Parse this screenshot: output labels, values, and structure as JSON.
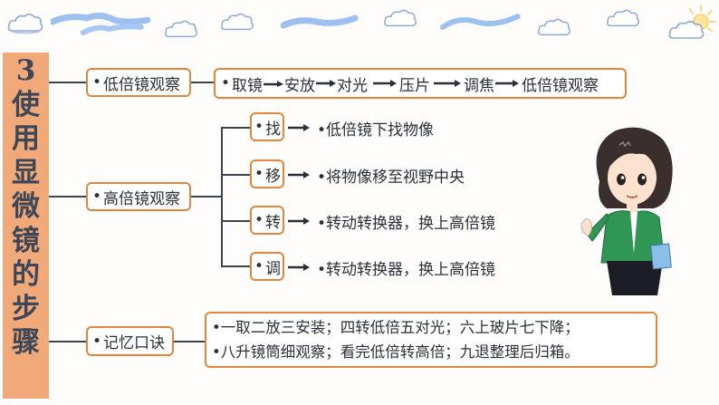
{
  "title": {
    "chars": [
      "3",
      "使",
      "用",
      "显",
      "微",
      "镜",
      "的",
      "步",
      "骤"
    ]
  },
  "decoration": {
    "icons": [
      "cloud-icon",
      "wind-streak-icon",
      "cloud-icon",
      "cloud-icon",
      "wind-streak-icon",
      "cloud-icon",
      "cloud-icon",
      "sun-cloud-icon"
    ]
  },
  "colors": {
    "title_bg": "#f2a97a",
    "node_border": "#e0863f",
    "line": "#3b4250",
    "text": "#2b2f38"
  },
  "bullet": "•",
  "low_power": {
    "label": "低倍镜观察",
    "steps": [
      "取镜",
      "安放",
      "对光",
      "压片",
      "调焦",
      "低倍镜观察"
    ]
  },
  "high_power": {
    "label": "高倍镜观察",
    "steps": [
      {
        "key": "找",
        "desc": "低倍镜下找物像"
      },
      {
        "key": "移",
        "desc": "将物像移至视野中央"
      },
      {
        "key": "转",
        "desc": "转动转换器，换上高倍镜"
      },
      {
        "key": "调",
        "desc": "转动转换器，换上高倍镜"
      }
    ]
  },
  "mnemonic": {
    "label": "记忆口诀",
    "lines": [
      "一取二放三安装；四转低倍五对光；六上玻片七下降；",
      "八升镜筒细观察；看完低倍转高倍；九退整理后归箱。"
    ]
  },
  "illustration": {
    "name": "teacher-illustration"
  }
}
